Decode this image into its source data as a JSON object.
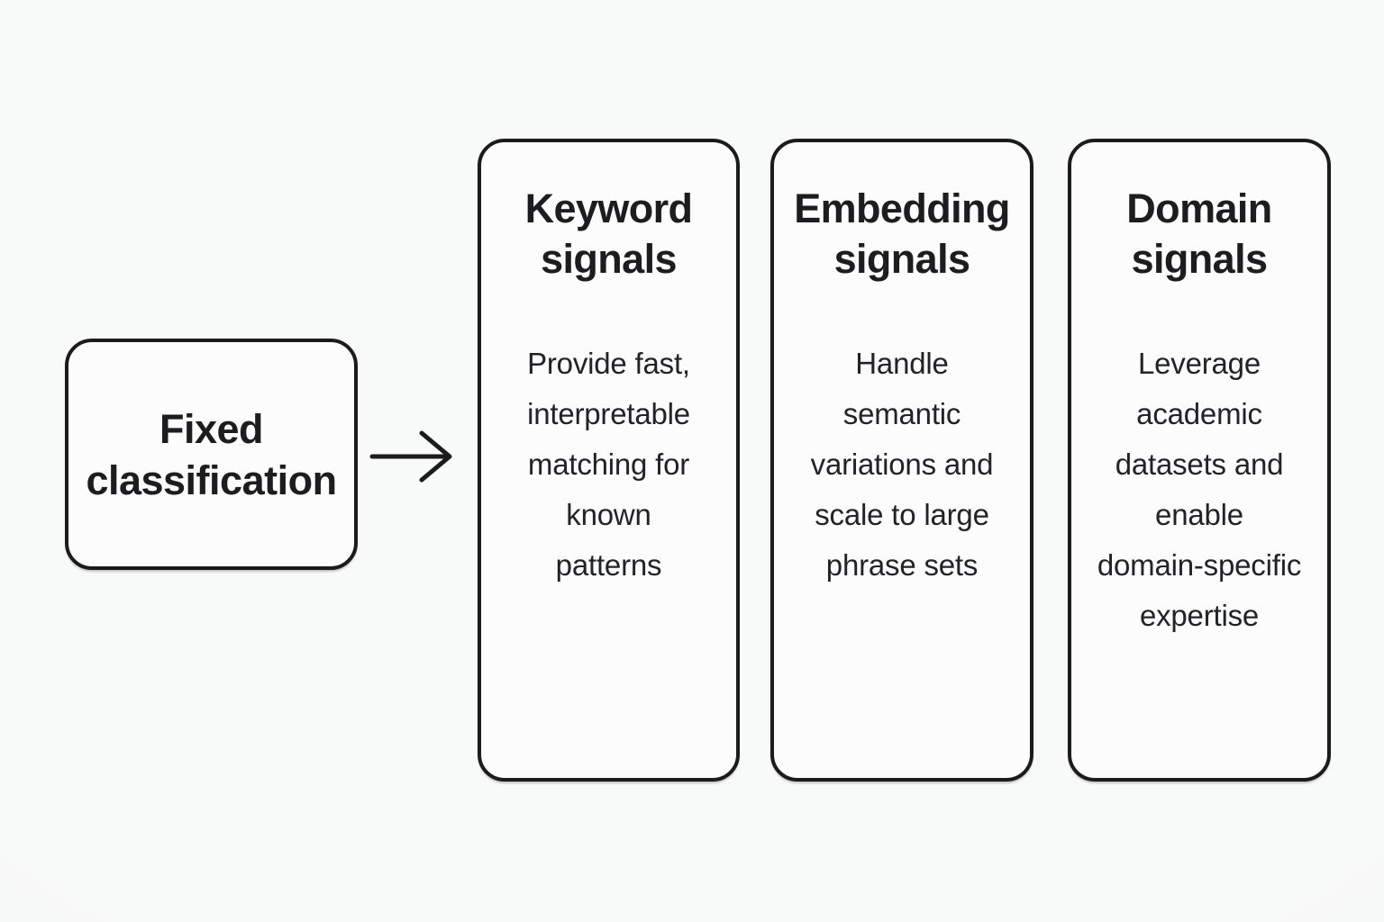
{
  "canvas": {
    "background": "#f8f9f9",
    "card_fill": "#fcfcfc",
    "border_color": "#1b1b1b",
    "text_color": "#1d1d1f"
  },
  "source_node": {
    "label": "Fixed classification",
    "label_lines": [
      "Fixed",
      "classification"
    ]
  },
  "arrow": {
    "icon": "arrow-right",
    "direction": "right"
  },
  "cards": [
    {
      "title": "Keyword signals",
      "title_lines": [
        "Keyword",
        "signals"
      ],
      "body": "Provide fast, interpretable matching for known patterns",
      "body_lines": [
        "Provide fast,",
        "interpretable",
        "matching for",
        "known",
        "patterns"
      ]
    },
    {
      "title": "Embedding signals",
      "title_lines": [
        "Embedding",
        "signals"
      ],
      "body": "Handle semantic variations and scale to large phrase sets",
      "body_lines": [
        "Handle",
        "semantic",
        "variations and",
        "scale to large",
        "phrase sets"
      ]
    },
    {
      "title": "Domain signals",
      "title_lines": [
        "Domain",
        "signals"
      ],
      "body": "Leverage academic datasets and enable domain-specific expertise",
      "body_lines": [
        "Leverage",
        "academic",
        "datasets and",
        "enable",
        "domain-specific",
        "expertise"
      ]
    }
  ]
}
